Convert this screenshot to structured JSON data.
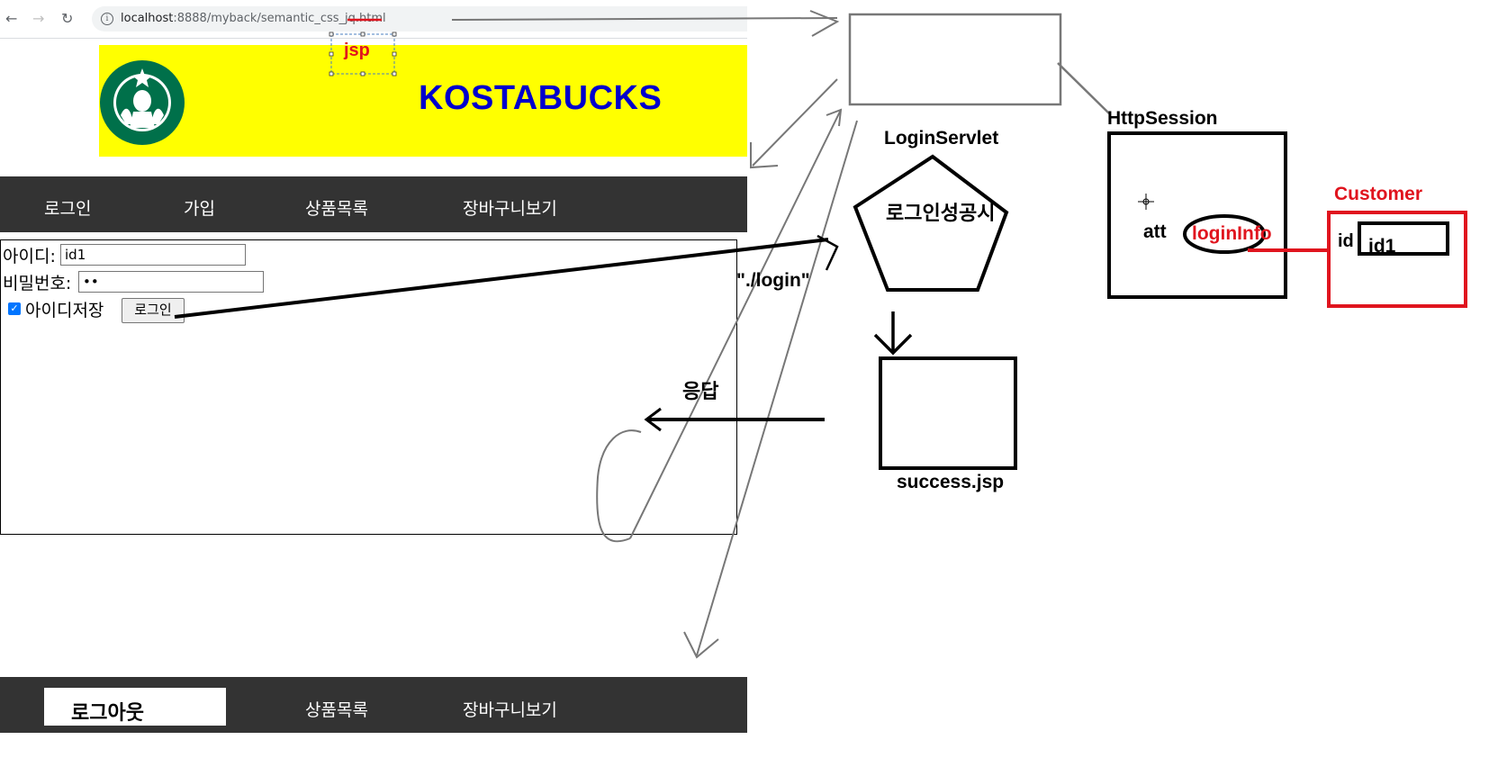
{
  "browser": {
    "url_host": "localhost",
    "url_path": ":8888/myback/semantic_css_jq.html"
  },
  "header": {
    "title": "KOSTABUCKS"
  },
  "nav_top": {
    "items": [
      "로그인",
      "가입",
      "상품목록",
      "장바구니보기"
    ]
  },
  "login_form": {
    "id_label": "아이디:",
    "id_value": "id1",
    "pw_label": "비밀번호:",
    "pw_value": "••",
    "remember_label": "아이디저장",
    "remember_checked": true,
    "submit_label": "로그인"
  },
  "nav_bottom": {
    "logout_label": "로그아웃",
    "items": [
      "상품목록",
      "장바구니보기"
    ]
  },
  "annotations": {
    "jsp": "jsp",
    "login_servlet": "LoginServlet",
    "login_success": "로그인성공시",
    "login_path": "\"./login\"",
    "response": "응답",
    "success_jsp": "success.jsp",
    "http_session": "HttpSession",
    "att": "att",
    "login_info": "loginInfo",
    "customer": "Customer",
    "id_field": "id",
    "id_value": "id1"
  },
  "colors": {
    "banner": "#ffff00",
    "title": "#0000cc",
    "nav": "#333333",
    "annotation_red": "#e0141e",
    "starbucks_green": "#00704a"
  }
}
